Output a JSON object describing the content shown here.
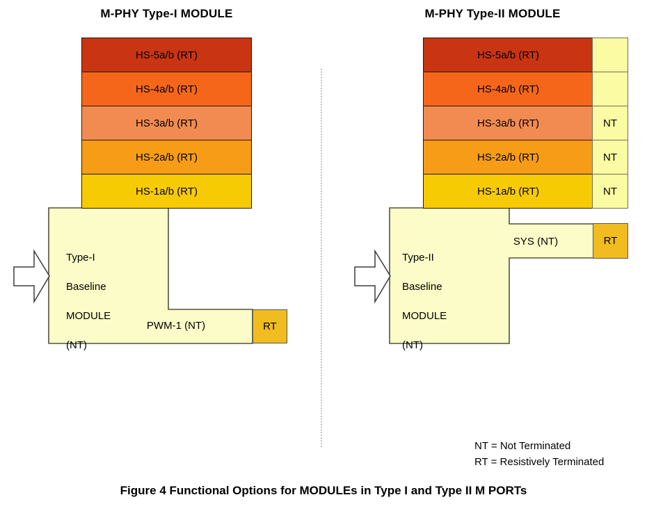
{
  "titles": {
    "left": "M-PHY Type-I MODULE",
    "right": "M-PHY Type-II MODULE"
  },
  "type1_module": {
    "gears": [
      {
        "label": "HS-5a/b (RT)",
        "color": "#c93412"
      },
      {
        "label": "HS-4a/b (RT)",
        "color": "#f6661a"
      },
      {
        "label": "HS-3a/b (RT)",
        "color": "#f28b52"
      },
      {
        "label": "HS-2a/b (RT)",
        "color": "#f69c16"
      },
      {
        "label": "HS-1a/b (RT)",
        "color": "#f7cb04"
      }
    ],
    "baseline_lines": [
      "Type-I",
      "Baseline",
      "MODULE",
      "(NT)"
    ],
    "pwm_label": "PWM-1 (NT)",
    "rt_label": "RT"
  },
  "type2_module": {
    "gears": [
      {
        "label": "HS-5a/b (RT)",
        "color": "#c93412",
        "side": ""
      },
      {
        "label": "HS-4a/b (RT)",
        "color": "#f6661a",
        "side": ""
      },
      {
        "label": "HS-3a/b (RT)",
        "color": "#f28b52",
        "side": "NT"
      },
      {
        "label": "HS-2a/b (RT)",
        "color": "#f69c16",
        "side": "NT"
      },
      {
        "label": "HS-1a/b (RT)",
        "color": "#f7cb04",
        "side": "NT"
      }
    ],
    "baseline_lines": [
      "Type-II",
      "Baseline",
      "MODULE",
      "(NT)"
    ],
    "sys_label": "SYS (NT)",
    "rt_label": "RT"
  },
  "legend": {
    "line1": "NT = Not Terminated",
    "line2": "RT = Resistively Terminated"
  },
  "caption": "Figure 4 Functional Options for MODULEs in Type I and Type II M PORTs",
  "colors": {
    "baseline_fill": "#fcfcc8",
    "side_cell_fill": "#fbfba3",
    "rt_fill": "#f0bc1f",
    "divider": "#8a8a8a"
  }
}
